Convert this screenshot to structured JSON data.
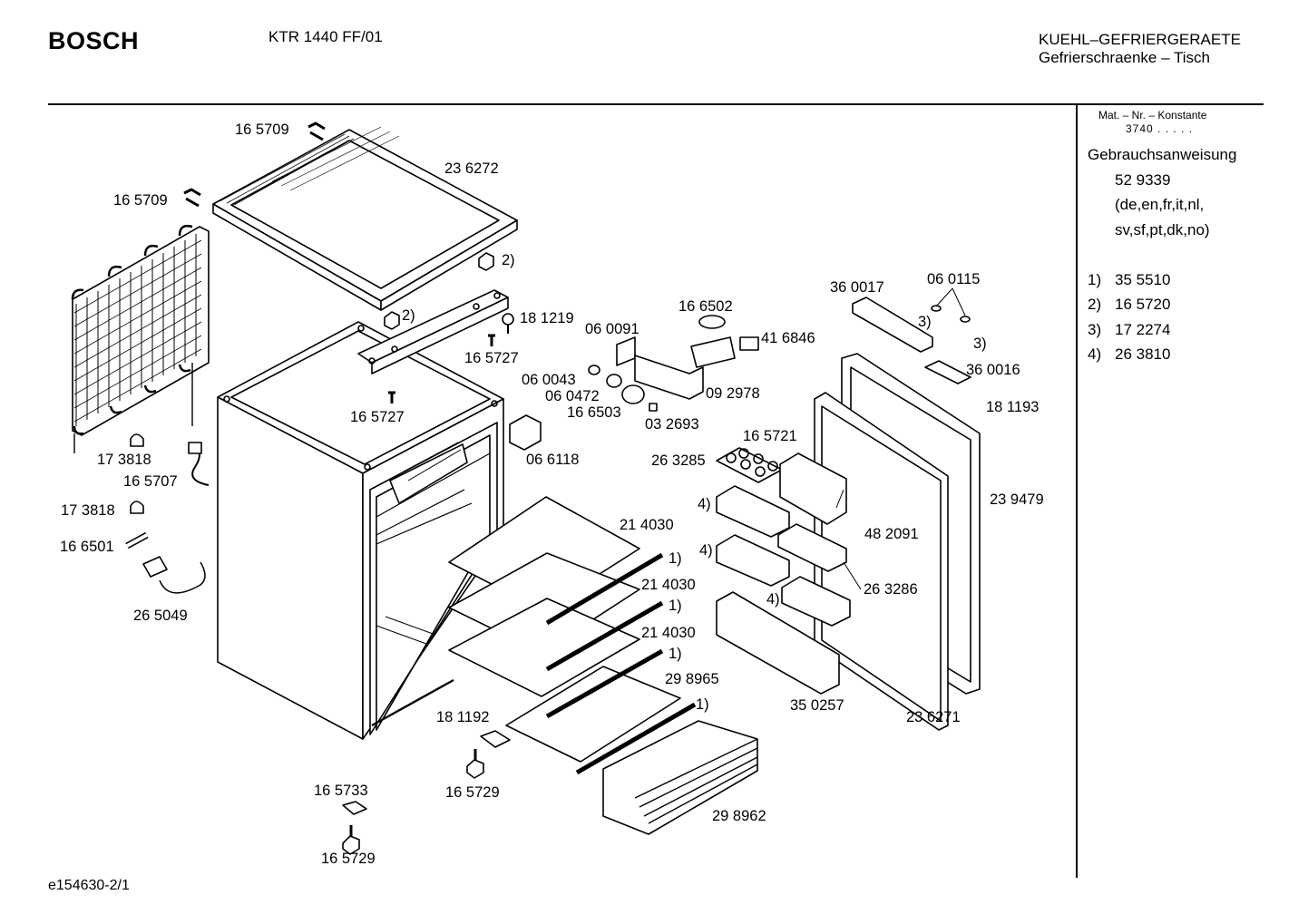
{
  "header": {
    "brand": "BOSCH",
    "model": "KTR 1440 FF/01",
    "category_line1": "KUEHL–GEFRIERGERAETE",
    "category_line2": "Gefrierschraenke – Tisch"
  },
  "sidebar": {
    "mat_title": "Mat. – Nr. – Konstante",
    "mat_value": "3740 . . . . .",
    "manual_title": "Gebrauchsanweisung",
    "manual_number": "52 9339",
    "languages_line1": "(de,en,fr,it,nl,",
    "languages_line2": "sv,sf,pt,dk,no)",
    "notes": [
      {
        "key": "1)",
        "value": "35 5510"
      },
      {
        "key": "2)",
        "value": "16 5720"
      },
      {
        "key": "3)",
        "value": "17 2274"
      },
      {
        "key": "4)",
        "value": "26 3810"
      }
    ]
  },
  "diagram": {
    "labels": {
      "screw_top": "16 5709",
      "screw_left": "16 5709",
      "top_cover": "23 6272",
      "hinge_note_a": "2)",
      "hinge_note_b": "2)",
      "screw_181219": "18 1219",
      "screw_165727_a": "16 5727",
      "screw_165727_b": "16 5727",
      "clip_173818_a": "17 3818",
      "cable_165707": "16 5707",
      "clip_173818_b": "17 3818",
      "sleeve_166501": "16 6501",
      "plug_265049": "26 5049",
      "thermostat_166502": "16 6502",
      "part_060091": "06 0091",
      "part_416846": "41 6846",
      "part_060043": "06 0043",
      "part_060472": "06 0472",
      "part_166503": "16 6503",
      "knob_032693": "03 2693",
      "housing_092978": "09 2978",
      "bracket_066118": "06 6118",
      "hinge_360017": "36 0017",
      "washer_060115": "06 0115",
      "screw_note_a": "3)",
      "screw_note_b": "3)",
      "hinge_360016": "36 0016",
      "screw_181193": "18 1193",
      "part_165721": "16 5721",
      "eggtray_263285": "26 3285",
      "door_239479": "23 9479",
      "shelf_214030_a": "21 4030",
      "shelf_214030_b": "21 4030",
      "shelf_214030_c": "21 4030",
      "note_1_a": "1)",
      "note_1_b": "1)",
      "note_1_c": "1)",
      "note_1_d": "1)",
      "shelf_298965": "29 8965",
      "note_4_a": "4)",
      "note_4_b": "4)",
      "note_4_c": "4)",
      "flap_482091": "48 2091",
      "rack_263286": "26 3286",
      "bottle_350257": "35 0257",
      "gasket_236271": "23 6271",
      "bracket_181192": "18 1192",
      "foot_165729_a": "16 5729",
      "part_165733": "16 5733",
      "foot_165729_b": "16 5729",
      "drawer_298962": "29 8962"
    }
  },
  "footer": {
    "code": "e154630-2/1"
  }
}
